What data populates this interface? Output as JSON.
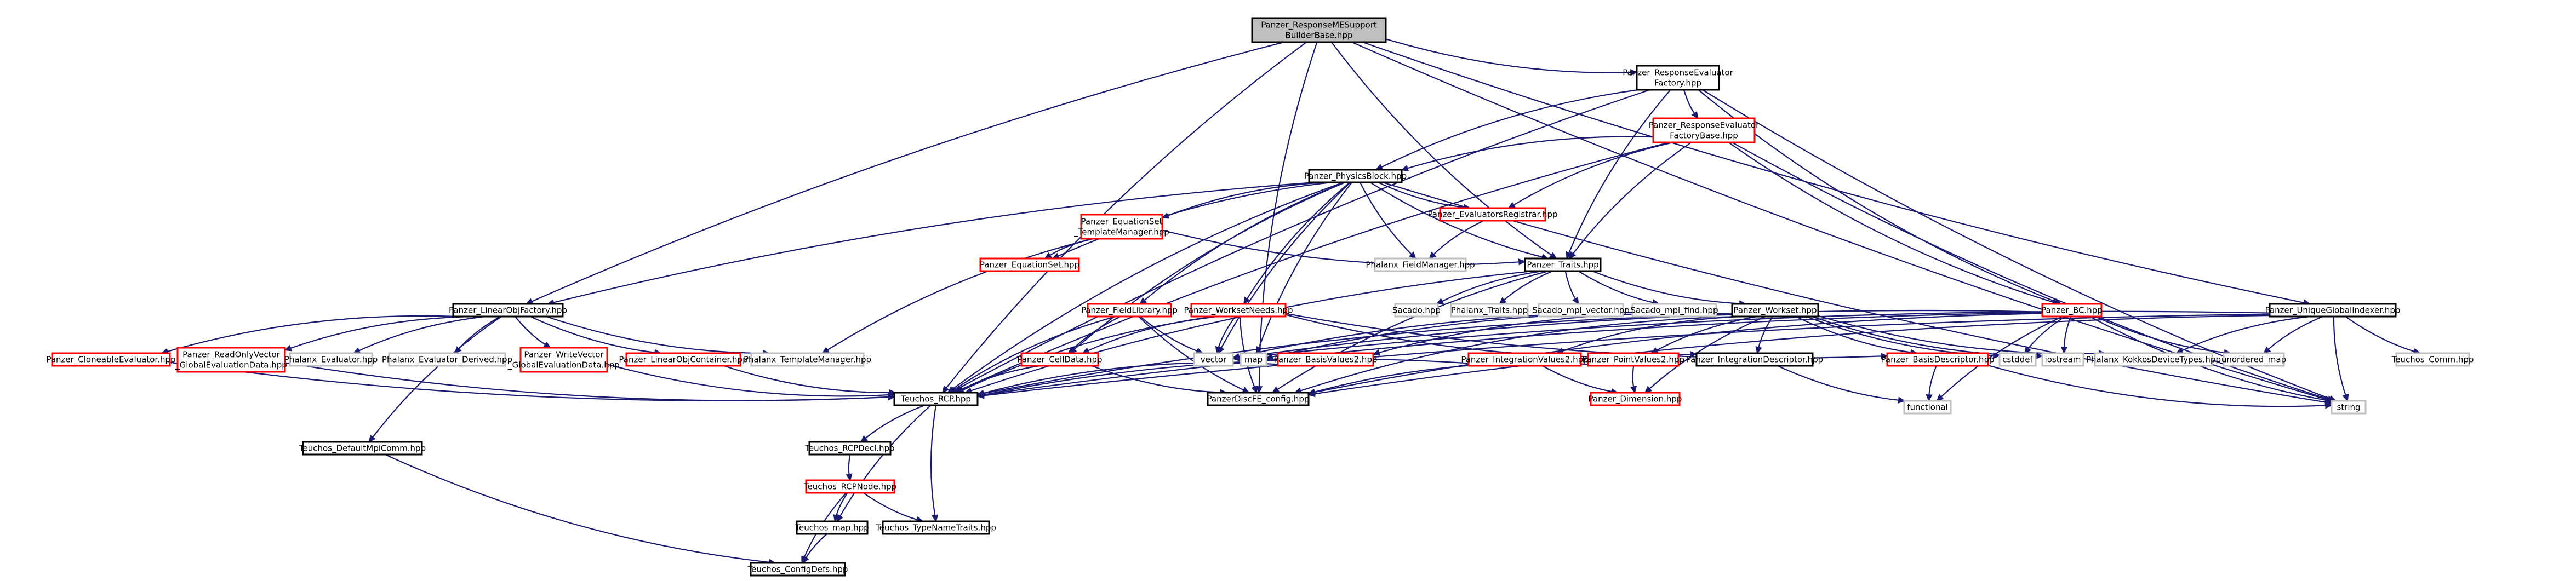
{
  "colors": {
    "edge": "#191970",
    "root_fill": "#bfbfbf",
    "root_border": "#000000",
    "normal_border": "#000000",
    "broken_border": "#ff0000",
    "external_border": "#bfbfbf",
    "node_fill": "#ffffff"
  },
  "nodes": [
    {
      "id": "root",
      "lines": [
        "Panzer_ResponseMESupport",
        "BuilderBase.hpp"
      ],
      "kind": "root"
    },
    {
      "id": "ref",
      "lines": [
        "Panzer_ResponseEvaluator",
        "Factory.hpp"
      ],
      "kind": "normal"
    },
    {
      "id": "refb",
      "lines": [
        "Panzer_ResponseEvaluator",
        "FactoryBase.hpp"
      ],
      "kind": "broken"
    },
    {
      "id": "pb",
      "lines": [
        "Panzer_PhysicsBlock.hpp"
      ],
      "kind": "normal"
    },
    {
      "id": "ugi",
      "lines": [
        "Panzer_UniqueGlobalIndexer.hpp"
      ],
      "kind": "normal"
    },
    {
      "id": "traits",
      "lines": [
        "Panzer_Traits.hpp"
      ],
      "kind": "normal"
    },
    {
      "id": "estm",
      "lines": [
        "Panzer_EquationSet",
        "_TemplateManager.hpp"
      ],
      "kind": "broken"
    },
    {
      "id": "eset",
      "lines": [
        "Panzer_EquationSet.hpp"
      ],
      "kind": "broken"
    },
    {
      "id": "evreg",
      "lines": [
        "Panzer_EvaluatorsRegistrar.hpp"
      ],
      "kind": "broken"
    },
    {
      "id": "pfm",
      "lines": [
        "Phalanx_FieldManager.hpp"
      ],
      "kind": "external"
    },
    {
      "id": "bc",
      "lines": [
        "Panzer_BC.hpp"
      ],
      "kind": "broken"
    },
    {
      "id": "lof",
      "lines": [
        "Panzer_LinearObjFactory.hpp"
      ],
      "kind": "normal"
    },
    {
      "id": "clev",
      "lines": [
        "Panzer_CloneableEvaluator.hpp"
      ],
      "kind": "broken"
    },
    {
      "id": "rov",
      "lines": [
        "Panzer_ReadOnlyVector",
        "_GlobalEvaluationData.hpp"
      ],
      "kind": "broken"
    },
    {
      "id": "phev",
      "lines": [
        "Phalanx_Evaluator.hpp"
      ],
      "kind": "external"
    },
    {
      "id": "phevd",
      "lines": [
        "Phalanx_Evaluator_Derived.hpp"
      ],
      "kind": "external"
    },
    {
      "id": "wov",
      "lines": [
        "Panzer_WriteVector",
        "_GlobalEvaluationData.hpp"
      ],
      "kind": "broken"
    },
    {
      "id": "loc",
      "lines": [
        "Panzer_LinearObjContainer.hpp"
      ],
      "kind": "broken"
    },
    {
      "id": "ptm",
      "lines": [
        "Phalanx_TemplateManager.hpp"
      ],
      "kind": "external"
    },
    {
      "id": "cd",
      "lines": [
        "Panzer_CellData.hpp"
      ],
      "kind": "broken"
    },
    {
      "id": "fl",
      "lines": [
        "Panzer_FieldLibrary.hpp"
      ],
      "kind": "broken"
    },
    {
      "id": "wn",
      "lines": [
        "Panzer_WorksetNeeds.hpp"
      ],
      "kind": "broken"
    },
    {
      "id": "ws",
      "lines": [
        "Panzer_Workset.hpp"
      ],
      "kind": "normal"
    },
    {
      "id": "sac",
      "lines": [
        "Sacado.hpp"
      ],
      "kind": "external"
    },
    {
      "id": "phtr",
      "lines": [
        "Phalanx_Traits.hpp"
      ],
      "kind": "external"
    },
    {
      "id": "smv",
      "lines": [
        "Sacado_mpl_vector.hpp"
      ],
      "kind": "external"
    },
    {
      "id": "smf",
      "lines": [
        "Sacado_mpl_find.hpp"
      ],
      "kind": "external"
    },
    {
      "id": "vec",
      "lines": [
        "vector"
      ],
      "kind": "external"
    },
    {
      "id": "map",
      "lines": [
        "map"
      ],
      "kind": "external"
    },
    {
      "id": "bv2",
      "lines": [
        "Panzer_BasisValues2.hpp"
      ],
      "kind": "broken"
    },
    {
      "id": "iv2",
      "lines": [
        "Panzer_IntegrationValues2.hpp"
      ],
      "kind": "broken"
    },
    {
      "id": "pv2",
      "lines": [
        "Panzer_PointValues2.hpp"
      ],
      "kind": "broken"
    },
    {
      "id": "idesc",
      "lines": [
        "Panzer_IntegrationDescriptor.hpp"
      ],
      "kind": "normal"
    },
    {
      "id": "bdesc",
      "lines": [
        "Panzer_BasisDescriptor.hpp"
      ],
      "kind": "broken"
    },
    {
      "id": "cstd",
      "lines": [
        "cstddef"
      ],
      "kind": "external"
    },
    {
      "id": "ios",
      "lines": [
        "iostream"
      ],
      "kind": "external"
    },
    {
      "id": "pkd",
      "lines": [
        "Phalanx_KokkosDeviceTypes.hpp"
      ],
      "kind": "external"
    },
    {
      "id": "umap",
      "lines": [
        "unordered_map"
      ],
      "kind": "external"
    },
    {
      "id": "tcomm",
      "lines": [
        "Teuchos_Comm.hpp"
      ],
      "kind": "external"
    },
    {
      "id": "str",
      "lines": [
        "string"
      ],
      "kind": "external"
    },
    {
      "id": "rcp",
      "lines": [
        "Teuchos_RCP.hpp"
      ],
      "kind": "normal"
    },
    {
      "id": "pcfg",
      "lines": [
        "PanzerDiscFE_config.hpp"
      ],
      "kind": "normal"
    },
    {
      "id": "dim",
      "lines": [
        "Panzer_Dimension.hpp"
      ],
      "kind": "broken"
    },
    {
      "id": "func",
      "lines": [
        "functional"
      ],
      "kind": "external"
    },
    {
      "id": "rcpdecl",
      "lines": [
        "Teuchos_RCPDecl.hpp"
      ],
      "kind": "normal"
    },
    {
      "id": "rcpnode",
      "lines": [
        "Teuchos_RCPNode.hpp"
      ],
      "kind": "broken"
    },
    {
      "id": "tmap",
      "lines": [
        "Teuchos_map.hpp"
      ],
      "kind": "normal"
    },
    {
      "id": "tntr",
      "lines": [
        "Teuchos_TypeNameTraits.hpp"
      ],
      "kind": "normal"
    },
    {
      "id": "tcd",
      "lines": [
        "Teuchos_ConfigDefs.hpp"
      ],
      "kind": "normal"
    },
    {
      "id": "dmpi",
      "lines": [
        "Teuchos_DefaultMpiComm.hpp"
      ],
      "kind": "normal"
    }
  ],
  "edges": [
    [
      "root",
      "ref"
    ],
    [
      "root",
      "ugi"
    ],
    [
      "root",
      "lof"
    ],
    [
      "root",
      "traits"
    ],
    [
      "root",
      "rcp"
    ],
    [
      "root",
      "pcfg"
    ],
    [
      "root",
      "str"
    ],
    [
      "ref",
      "refb"
    ],
    [
      "ref",
      "pb"
    ],
    [
      "ref",
      "traits"
    ],
    [
      "ref",
      "bc"
    ],
    [
      "ref",
      "str"
    ],
    [
      "ref",
      "rcp"
    ],
    [
      "refb",
      "pb"
    ],
    [
      "refb",
      "evreg"
    ],
    [
      "refb",
      "traits"
    ],
    [
      "refb",
      "bc"
    ],
    [
      "refb",
      "rcp"
    ],
    [
      "refb",
      "str"
    ],
    [
      "pb",
      "lof"
    ],
    [
      "pb",
      "estm"
    ],
    [
      "pb",
      "eset"
    ],
    [
      "pb",
      "evreg"
    ],
    [
      "pb",
      "traits"
    ],
    [
      "pb",
      "fl"
    ],
    [
      "pb",
      "wn"
    ],
    [
      "pb",
      "cd"
    ],
    [
      "pb",
      "vec"
    ],
    [
      "pb",
      "map"
    ],
    [
      "pb",
      "str"
    ],
    [
      "pb",
      "rcp"
    ],
    [
      "pb",
      "pfm"
    ],
    [
      "estm",
      "eset"
    ],
    [
      "estm",
      "ptm"
    ],
    [
      "estm",
      "traits"
    ],
    [
      "evreg",
      "pfm"
    ],
    [
      "traits",
      "sac"
    ],
    [
      "traits",
      "phtr"
    ],
    [
      "traits",
      "smv"
    ],
    [
      "traits",
      "smf"
    ],
    [
      "traits",
      "ws"
    ],
    [
      "traits",
      "pcfg"
    ],
    [
      "traits",
      "rcp"
    ],
    [
      "lof",
      "clev"
    ],
    [
      "lof",
      "rov"
    ],
    [
      "lof",
      "phev"
    ],
    [
      "lof",
      "phevd"
    ],
    [
      "lof",
      "wov"
    ],
    [
      "lof",
      "loc"
    ],
    [
      "lof",
      "ptm"
    ],
    [
      "lof",
      "dmpi"
    ],
    [
      "clev",
      "rcp"
    ],
    [
      "rov",
      "rcp"
    ],
    [
      "wov",
      "rcp"
    ],
    [
      "loc",
      "rcp"
    ],
    [
      "fl",
      "cd"
    ],
    [
      "fl",
      "vec"
    ],
    [
      "fl",
      "rcp"
    ],
    [
      "fl",
      "pcfg"
    ],
    [
      "wn",
      "cd"
    ],
    [
      "wn",
      "bdesc"
    ],
    [
      "wn",
      "idesc"
    ],
    [
      "wn",
      "rcp"
    ],
    [
      "wn",
      "vec"
    ],
    [
      "wn",
      "pcfg"
    ],
    [
      "cd",
      "rcp"
    ],
    [
      "cd",
      "pcfg"
    ],
    [
      "ws",
      "vec"
    ],
    [
      "ws",
      "map"
    ],
    [
      "ws",
      "bv2"
    ],
    [
      "ws",
      "iv2"
    ],
    [
      "ws",
      "pv2"
    ],
    [
      "ws",
      "idesc"
    ],
    [
      "ws",
      "bdesc"
    ],
    [
      "ws",
      "cstd"
    ],
    [
      "ws",
      "ios"
    ],
    [
      "ws",
      "pkd"
    ],
    [
      "ws",
      "rcp"
    ],
    [
      "ws",
      "pcfg"
    ],
    [
      "ws",
      "dim"
    ],
    [
      "bc",
      "vec"
    ],
    [
      "bc",
      "rcp"
    ],
    [
      "bc",
      "cstd"
    ],
    [
      "bc",
      "ios"
    ],
    [
      "bc",
      "umap"
    ],
    [
      "bc",
      "str"
    ],
    [
      "bc",
      "func"
    ],
    [
      "bc",
      "pcfg"
    ],
    [
      "ugi",
      "vec"
    ],
    [
      "ugi",
      "umap"
    ],
    [
      "ugi",
      "pkd"
    ],
    [
      "ugi",
      "tcomm"
    ],
    [
      "ugi",
      "str"
    ],
    [
      "ugi",
      "pcfg"
    ],
    [
      "ugi",
      "rcp"
    ],
    [
      "bv2",
      "rcp"
    ],
    [
      "iv2",
      "rcp"
    ],
    [
      "iv2",
      "dim"
    ],
    [
      "pv2",
      "dim"
    ],
    [
      "pv2",
      "pcfg"
    ],
    [
      "bdesc",
      "func"
    ],
    [
      "bdesc",
      "str"
    ],
    [
      "idesc",
      "func"
    ],
    [
      "rcp",
      "rcpdecl"
    ],
    [
      "rcp",
      "tmap"
    ],
    [
      "rcp",
      "tntr"
    ],
    [
      "rcpdecl",
      "rcpnode"
    ],
    [
      "rcpnode",
      "tmap"
    ],
    [
      "rcpnode",
      "tntr"
    ],
    [
      "rcpnode",
      "tcd"
    ],
    [
      "tmap",
      "tcd"
    ],
    [
      "dmpi",
      "tcd"
    ]
  ]
}
